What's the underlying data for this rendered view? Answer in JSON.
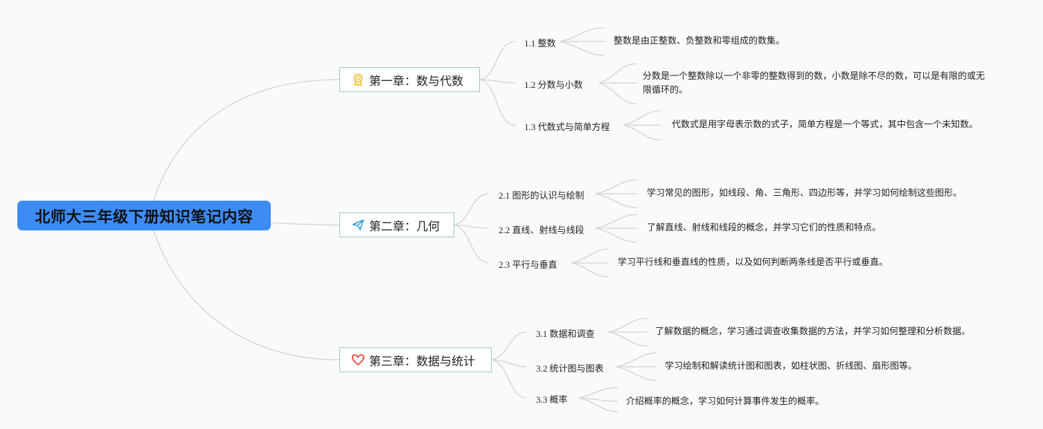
{
  "root": {
    "title": "北师大三年级下册知识笔记内容"
  },
  "chapters": [
    {
      "title": "第一章：数与代数",
      "icon": "award-ribbon-icon",
      "icon_color": "#f2c230",
      "subs": [
        {
          "label": "1.1 整数",
          "desc": "整数是由正整数、负整数和零组成的数集。"
        },
        {
          "label": "1.2 分数与小数",
          "desc": "分数是一个整数除以一个非零的整数得到的数，小数是除不尽的数，可以是有限的或无限循环的。"
        },
        {
          "label": "1.3 代数式与简单方程",
          "desc": "代数式是用字母表示数的式子，简单方程是一个等式，其中包含一个未知数。"
        }
      ]
    },
    {
      "title": "第二章：几何",
      "icon": "paper-plane-icon",
      "icon_color": "#2f9ad8",
      "subs": [
        {
          "label": "2.1 图形的认识与绘制",
          "desc": "学习常见的图形，如线段、角、三角形、四边形等，并学习如何绘制这些图形。"
        },
        {
          "label": "2.2 直线、射线与线段",
          "desc": "了解直线、射线和线段的概念，并学习它们的性质和特点。"
        },
        {
          "label": "2.3 平行与垂直",
          "desc": "学习平行线和垂直线的性质，以及如何判断两条线是否平行或垂直。"
        }
      ]
    },
    {
      "title": "第三章：数据与统计",
      "icon": "heart-icon",
      "icon_color": "#e0483c",
      "subs": [
        {
          "label": "3.1 数据和调查",
          "desc": "了解数据的概念，学习通过调查收集数据的方法，并学习如何整理和分析数据。"
        },
        {
          "label": "3.2 统计图与图表",
          "desc": "学习绘制和解读统计图和图表，如柱状图、折线图、扇形图等。"
        },
        {
          "label": "3.3 概率",
          "desc": "介绍概率的概念，学习如何计算事件发生的概率。"
        }
      ]
    }
  ]
}
